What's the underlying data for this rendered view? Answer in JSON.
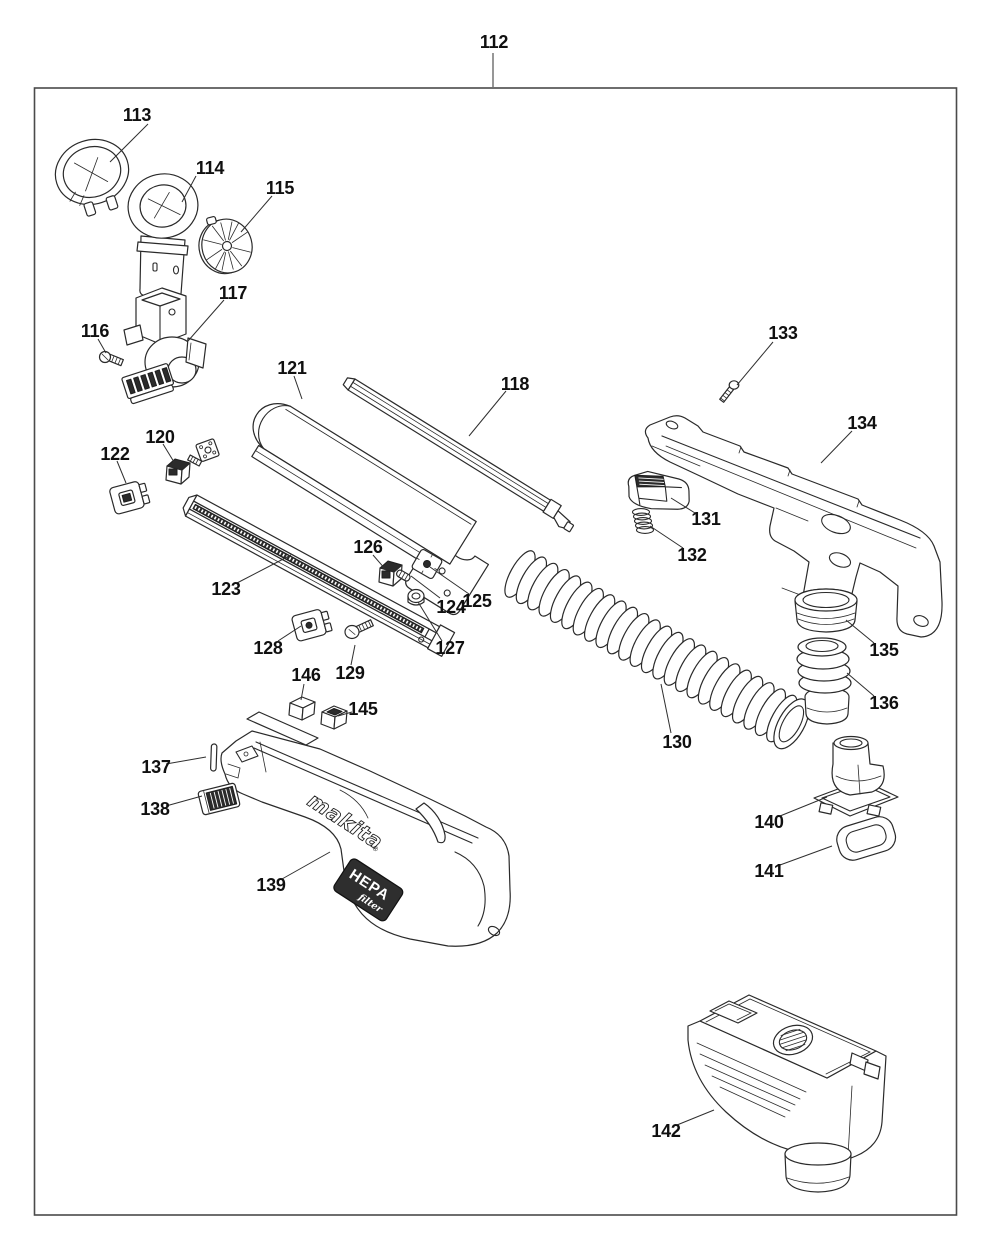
{
  "figure": {
    "background": "#ffffff",
    "line_color": "#2a2a2a",
    "dark_fill": "#2b2b2b",
    "border_label": "112"
  },
  "branding": {
    "logo": "makita",
    "reg": "®",
    "hepa": "HEPA",
    "filter": "filter"
  },
  "parts": {
    "112": {
      "label": "112"
    },
    "113": {
      "label": "113"
    },
    "114": {
      "label": "114"
    },
    "115": {
      "label": "115"
    },
    "116": {
      "label": "116"
    },
    "117": {
      "label": "117"
    },
    "118": {
      "label": "118"
    },
    "120": {
      "label": "120"
    },
    "121": {
      "label": "121"
    },
    "122": {
      "label": "122"
    },
    "123": {
      "label": "123"
    },
    "124": {
      "label": "124"
    },
    "125": {
      "label": "125"
    },
    "126": {
      "label": "126"
    },
    "127": {
      "label": "127"
    },
    "128": {
      "label": "128"
    },
    "129": {
      "label": "129"
    },
    "130": {
      "label": "130"
    },
    "131": {
      "label": "131"
    },
    "132": {
      "label": "132"
    },
    "133": {
      "label": "133"
    },
    "134": {
      "label": "134"
    },
    "135": {
      "label": "135"
    },
    "136": {
      "label": "136"
    },
    "137": {
      "label": "137"
    },
    "138": {
      "label": "138"
    },
    "139": {
      "label": "139"
    },
    "140": {
      "label": "140"
    },
    "141": {
      "label": "141"
    },
    "142": {
      "label": "142"
    },
    "145": {
      "label": "145"
    },
    "146": {
      "label": "146"
    }
  }
}
